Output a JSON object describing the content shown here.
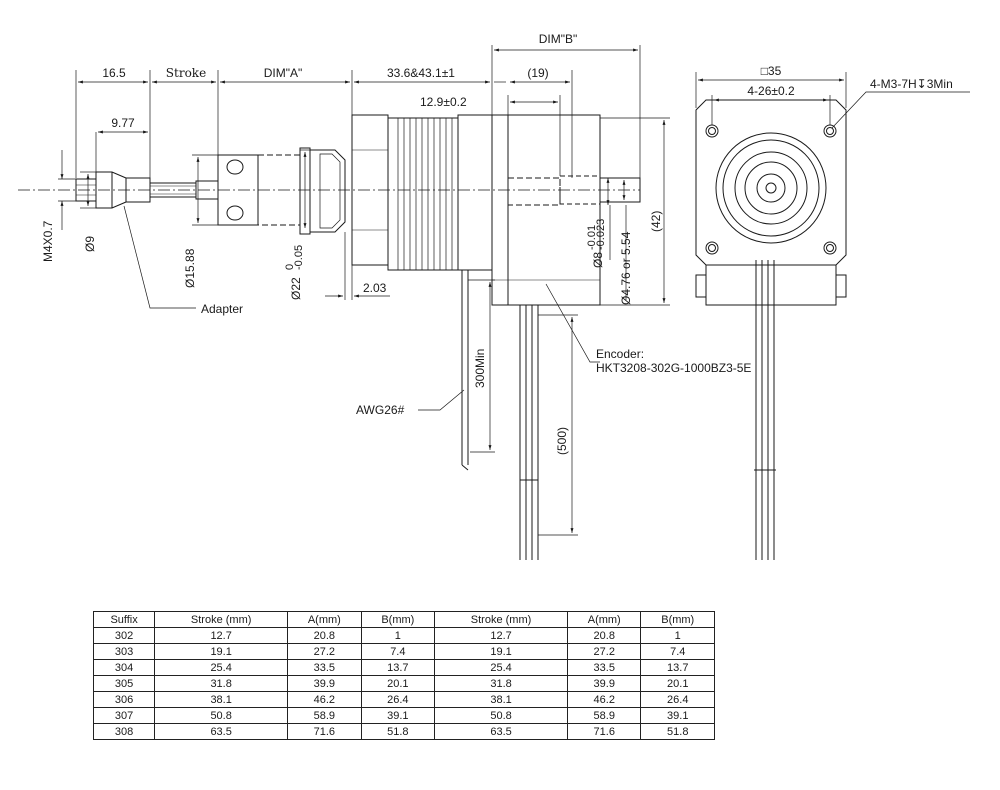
{
  "drawing": {
    "side_view": {
      "dim_16_5": "16.5",
      "stroke": "Stroke",
      "dim_a": "DIM\"A\"",
      "body_length": "33.6&43.1±1",
      "dim_9_77": "9.77",
      "thread": "M4X0.7",
      "dia_9": "Ø9",
      "dia_15_88": "Ø15.88",
      "dia_22": "Ø22",
      "dia_22_tol_upper": "0",
      "dia_22_tol_lower": "-0.05",
      "dim_2_03": "2.03",
      "adapter": "Adapter",
      "wire_gauge": "AWG26#",
      "lead_length": "300Min"
    },
    "rear_view": {
      "dim_b": "DIM\"B\"",
      "dim_19": "(19)",
      "dim_12_9": "12.9±0.2",
      "dim_42": "(42)",
      "dia_8": "Ø8",
      "dia_8_tol_upper": "-0.01",
      "dia_8_tol_lower": "-0.023",
      "dia_shaft": "Ø4.76 or 5.54",
      "dim_500": "(500)",
      "encoder_label": "Encoder:",
      "encoder_model": "HKT3208-302G-1000BZ3-5E"
    },
    "front_view": {
      "square": "□35",
      "hole_spacing": "4-26±0.2",
      "mount_holes": "4-M3-7H↧3Min"
    }
  },
  "table": {
    "headers": [
      "Suffix",
      "Stroke (mm)",
      "A(mm)",
      "B(mm)",
      "Stroke (mm)",
      "A(mm)",
      "B(mm)"
    ],
    "rows": [
      [
        "302",
        "12.7",
        "20.8",
        "1",
        "12.7",
        "20.8",
        "1"
      ],
      [
        "303",
        "19.1",
        "27.2",
        "7.4",
        "19.1",
        "27.2",
        "7.4"
      ],
      [
        "304",
        "25.4",
        "33.5",
        "13.7",
        "25.4",
        "33.5",
        "13.7"
      ],
      [
        "305",
        "31.8",
        "39.9",
        "20.1",
        "31.8",
        "39.9",
        "20.1"
      ],
      [
        "306",
        "38.1",
        "46.2",
        "26.4",
        "38.1",
        "46.2",
        "26.4"
      ],
      [
        "307",
        "50.8",
        "58.9",
        "39.1",
        "50.8",
        "58.9",
        "39.1"
      ],
      [
        "308",
        "63.5",
        "71.6",
        "51.8",
        "63.5",
        "71.6",
        "51.8"
      ]
    ]
  }
}
